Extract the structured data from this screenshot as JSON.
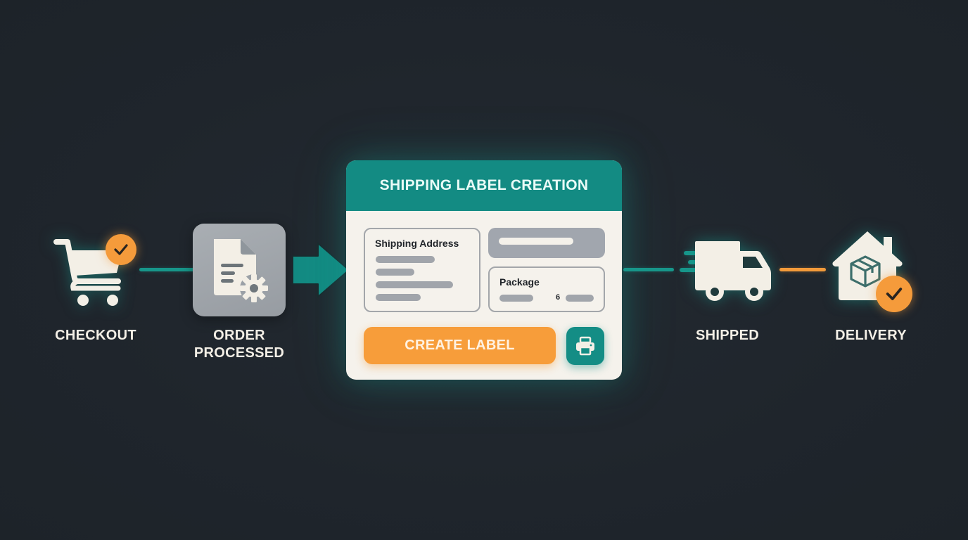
{
  "theme": {
    "background": "#1f252c",
    "teal": "#138b83",
    "orange": "#f79d3a",
    "gray_tile": "#a1a6ae",
    "cream": "#f5f2ec",
    "label_text": "#f3efe6"
  },
  "steps": [
    {
      "id": "checkout",
      "label": "CHECKOUT",
      "icon": "shopping-cart-icon",
      "status": "completed",
      "badge_icon": "check-icon"
    },
    {
      "id": "order-processed",
      "label_line1": "ORDER",
      "label_line2": "PROCESSED",
      "icon": "document-gear-icon"
    },
    {
      "id": "shipping-label",
      "label": "SHIPPING LABEL CREATION",
      "icon": "modal"
    },
    {
      "id": "shipped",
      "label": "SHIPPED",
      "icon": "delivery-truck-icon"
    },
    {
      "id": "delivery",
      "label": "DELIVERY",
      "icon": "house-package-icon",
      "status": "completed",
      "badge_icon": "check-icon"
    }
  ],
  "modal": {
    "title": "SHIPPING LABEL CREATION",
    "shipping_address": {
      "title": "Shipping Address",
      "placeholder_lines": 4
    },
    "top_field": {
      "placeholder_lines": 1
    },
    "package": {
      "title": "Package",
      "value": "6"
    },
    "create_button_label": "CREATE LABEL",
    "print_button_icon": "printer-icon"
  },
  "connectors": [
    {
      "from": "checkout",
      "to": "order-processed",
      "color": "#17968a"
    },
    {
      "from": "order-processed",
      "to": "shipping-label",
      "style": "arrow",
      "color": "#138b83"
    },
    {
      "from": "shipping-label",
      "to": "shipped",
      "color": "#17968a"
    },
    {
      "from": "shipped",
      "to": "delivery",
      "color": "#f39a3a"
    }
  ]
}
